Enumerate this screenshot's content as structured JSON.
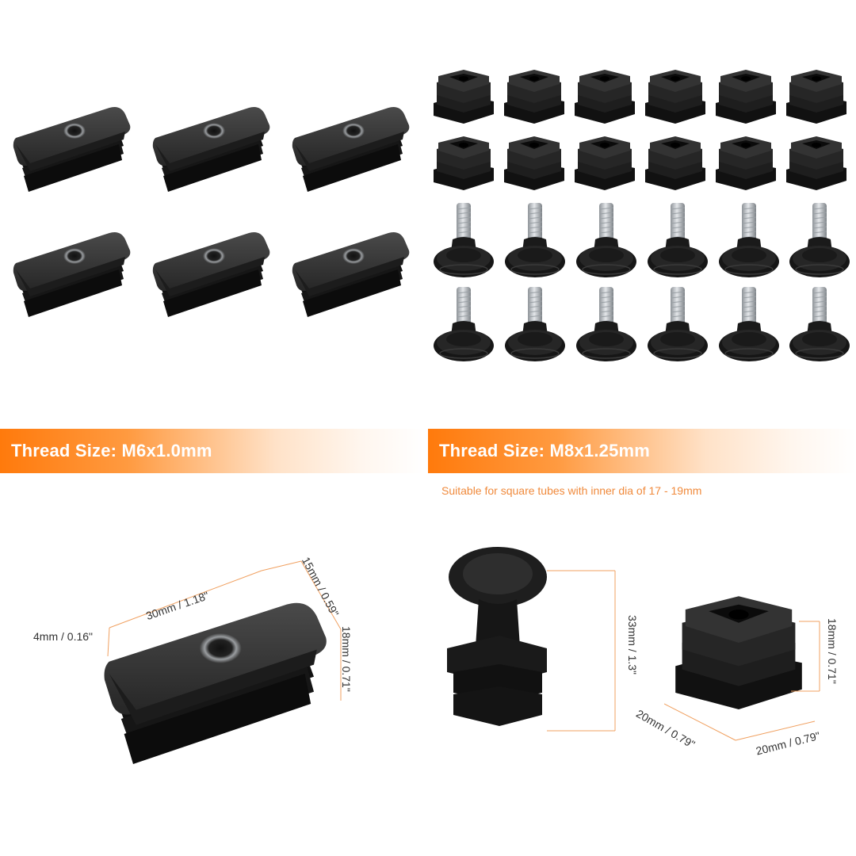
{
  "colors": {
    "accent": "#ff7a0c",
    "banner_fade": "#ffffff",
    "plastic": "#2a2a2a",
    "plastic_dark": "#141414",
    "metal": "#c8ccd0",
    "dim_line": "#f0a060",
    "dim_text": "#333333",
    "note_text": "#f08a3c"
  },
  "sections": {
    "left": {
      "banner_label": "Thread Size: M6x1.0mm",
      "product": "rectangular tube insert with threaded hole",
      "grid": {
        "rows": 2,
        "cols": 3
      },
      "dimensions": {
        "length": "30mm / 1.18\"",
        "width": "15mm / 0.59\"",
        "height": "18mm / 0.71\"",
        "cap_thickness": "4mm / 0.16\""
      }
    },
    "right": {
      "banner_label": "Thread Size: M8x1.25mm",
      "note": "Suitable for square tubes with inner dia of 17 - 19mm",
      "products": [
        "square tube insert",
        "leveling glide foot"
      ],
      "grid_inserts": {
        "rows": 2,
        "cols": 6
      },
      "grid_glides": {
        "rows": 2,
        "cols": 6
      },
      "dimensions": {
        "total_height": "33mm / 1.3\"",
        "insert_height": "18mm / 0.71\"",
        "insert_depth": "20mm / 0.79\"",
        "insert_width": "20mm / 0.79\""
      }
    }
  }
}
